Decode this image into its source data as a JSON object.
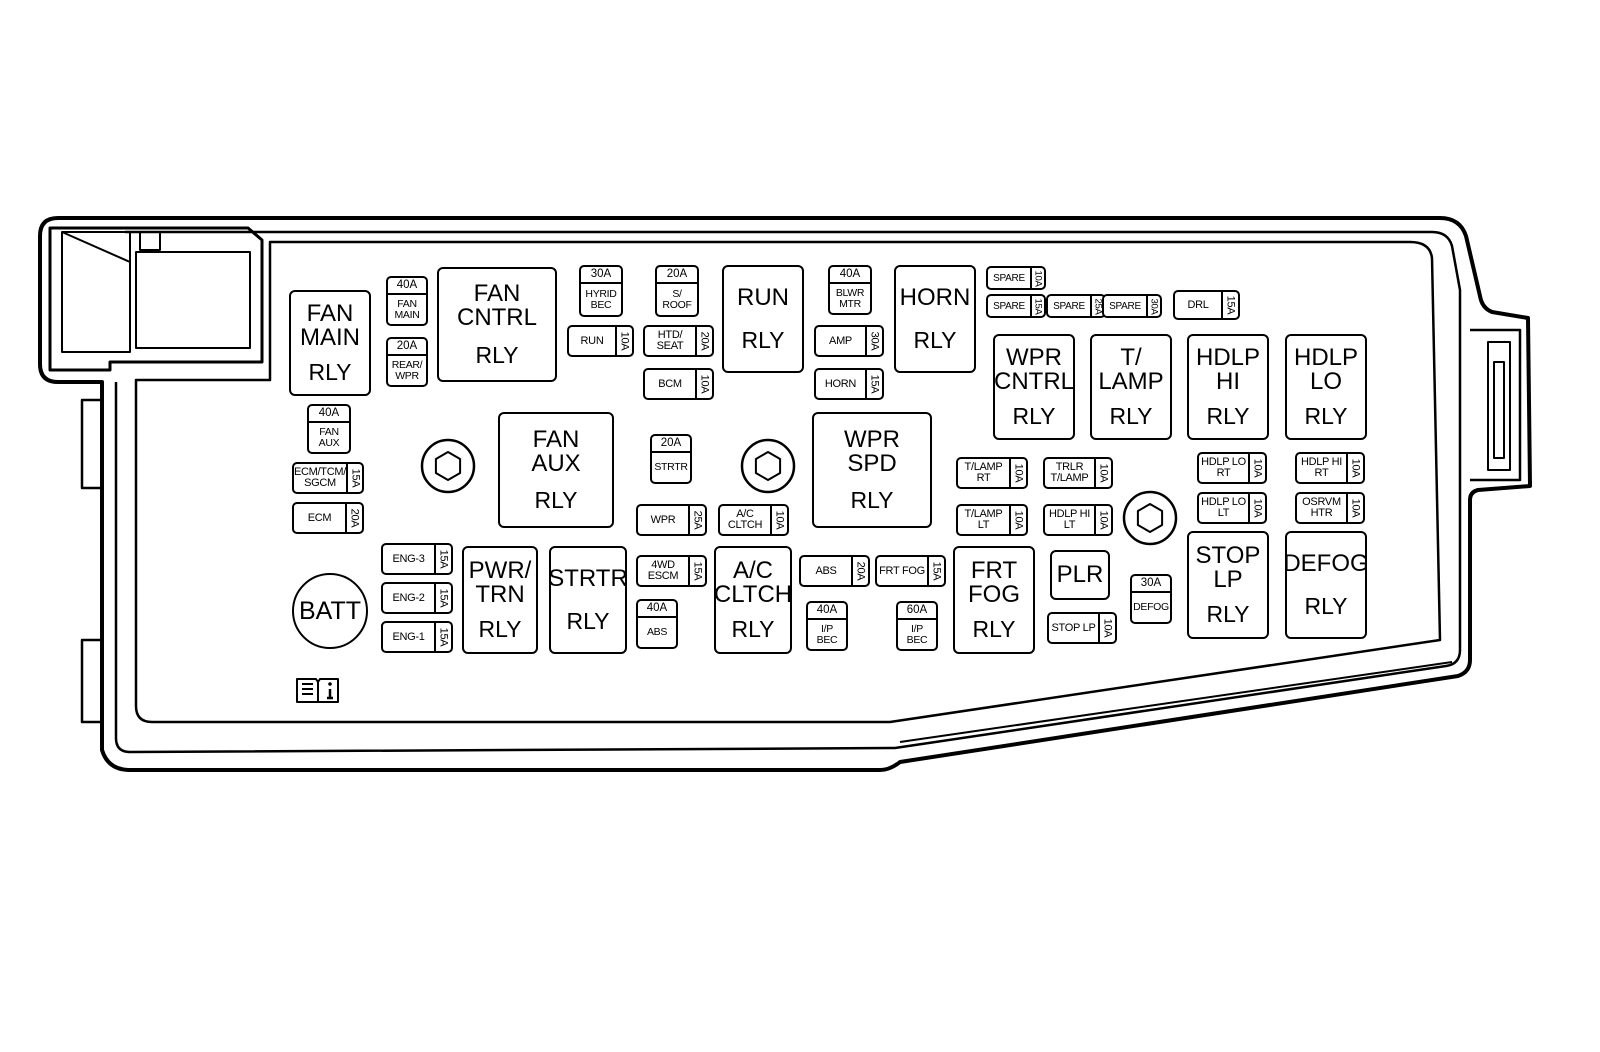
{
  "relays": [
    {
      "id": "fan-main",
      "title": "FAN\nMAIN",
      "suffix": "RLY"
    },
    {
      "id": "fan-cntrl",
      "title": "FAN\nCNTRL",
      "suffix": "RLY"
    },
    {
      "id": "run",
      "title": "RUN",
      "suffix": "RLY"
    },
    {
      "id": "horn",
      "title": "HORN",
      "suffix": "RLY"
    },
    {
      "id": "fan-aux",
      "title": "FAN\nAUX",
      "suffix": "RLY"
    },
    {
      "id": "wpr-spd",
      "title": "WPR\nSPD",
      "suffix": "RLY"
    },
    {
      "id": "wpr-cntrl",
      "title": "WPR\nCNTRL",
      "suffix": "RLY"
    },
    {
      "id": "t-lamp",
      "title": "T/\nLAMP",
      "suffix": "RLY"
    },
    {
      "id": "hdlp-hi",
      "title": "HDLP\nHI",
      "suffix": "RLY"
    },
    {
      "id": "hdlp-lo",
      "title": "HDLP\nLO",
      "suffix": "RLY"
    },
    {
      "id": "pwr-trn",
      "title": "PWR/\nTRN",
      "suffix": "RLY"
    },
    {
      "id": "strtr",
      "title": "STRTR",
      "suffix": "RLY"
    },
    {
      "id": "ac-cltch",
      "title": "A/C\nCLTCH",
      "suffix": "RLY"
    },
    {
      "id": "frt-fog",
      "title": "FRT\nFOG",
      "suffix": "RLY"
    },
    {
      "id": "stop-lp",
      "title": "STOP\nLP",
      "suffix": "RLY"
    },
    {
      "id": "defog",
      "title": "DEFOG",
      "suffix": "RLY"
    },
    {
      "id": "plr",
      "title": "PLR",
      "suffix": ""
    }
  ],
  "fuses_v": [
    {
      "id": "fan-main",
      "amp": "40A",
      "name": "FAN\nMAIN"
    },
    {
      "id": "rear-wpr",
      "amp": "20A",
      "name": "REAR/\nWPR"
    },
    {
      "id": "fan-aux",
      "amp": "40A",
      "name": "FAN\nAUX"
    },
    {
      "id": "hyrid-bec",
      "amp": "30A",
      "name": "HYRID\nBEC"
    },
    {
      "id": "s-roof",
      "amp": "20A",
      "name": "S/\nROOF"
    },
    {
      "id": "blwr-mtr",
      "amp": "40A",
      "name": "BLWR\nMTR"
    },
    {
      "id": "strtr",
      "amp": "20A",
      "name": "STRTR"
    },
    {
      "id": "abs",
      "amp": "40A",
      "name": "ABS"
    },
    {
      "id": "ip-bec-40",
      "amp": "40A",
      "name": "I/P\nBEC"
    },
    {
      "id": "ip-bec-60",
      "amp": "60A",
      "name": "I/P\nBEC"
    },
    {
      "id": "defog",
      "amp": "30A",
      "name": "DEFOG"
    }
  ],
  "fuses_h": [
    {
      "id": "run",
      "name": "RUN",
      "amp": "10A"
    },
    {
      "id": "htd-seat",
      "name": "HTD/\nSEAT",
      "amp": "20A"
    },
    {
      "id": "bcm",
      "name": "BCM",
      "amp": "10A"
    },
    {
      "id": "amp",
      "name": "AMP",
      "amp": "30A"
    },
    {
      "id": "horn",
      "name": "HORN",
      "amp": "15A"
    },
    {
      "id": "spare-1",
      "name": "SPARE",
      "amp": "10A"
    },
    {
      "id": "spare-2",
      "name": "SPARE",
      "amp": "15A"
    },
    {
      "id": "spare-3",
      "name": "SPARE",
      "amp": "25A"
    },
    {
      "id": "spare-4",
      "name": "SPARE",
      "amp": "30A"
    },
    {
      "id": "drl",
      "name": "DRL",
      "amp": "15A"
    },
    {
      "id": "ecm-tcm-sgcm",
      "name": "ECM/TCM/\nSGCM",
      "amp": "15A"
    },
    {
      "id": "ecm",
      "name": "ECM",
      "amp": "20A"
    },
    {
      "id": "wpr",
      "name": "WPR",
      "amp": "25A"
    },
    {
      "id": "ac-cltch",
      "name": "A/C\nCLTCH",
      "amp": "10A"
    },
    {
      "id": "t-lamp-rt",
      "name": "T/LAMP\nRT",
      "amp": "10A"
    },
    {
      "id": "t-lamp-lt",
      "name": "T/LAMP\nLT",
      "amp": "10A"
    },
    {
      "id": "trlr-t-lamp",
      "name": "TRLR\nT/LAMP",
      "amp": "10A"
    },
    {
      "id": "hdlp-hi-lt",
      "name": "HDLP HI\nLT",
      "amp": "10A"
    },
    {
      "id": "hdlp-lo-rt",
      "name": "HDLP LO\nRT",
      "amp": "10A"
    },
    {
      "id": "hdlp-lo-lt",
      "name": "HDLP LO\nLT",
      "amp": "10A"
    },
    {
      "id": "hdlp-hi-rt",
      "name": "HDLP HI\nRT",
      "amp": "10A"
    },
    {
      "id": "osrvm-htr",
      "name": "OSRVM\nHTR",
      "amp": "10A"
    },
    {
      "id": "eng-3",
      "name": "ENG-3",
      "amp": "15A"
    },
    {
      "id": "eng-2",
      "name": "ENG-2",
      "amp": "15A"
    },
    {
      "id": "eng-1",
      "name": "ENG-1",
      "amp": "15A"
    },
    {
      "id": "4wd-escm",
      "name": "4WD\nESCM",
      "amp": "15A"
    },
    {
      "id": "abs",
      "name": "ABS",
      "amp": "20A"
    },
    {
      "id": "frt-fog",
      "name": "FRT FOG",
      "amp": "15A"
    },
    {
      "id": "stop-lp",
      "name": "STOP LP",
      "amp": "10A"
    }
  ],
  "battery": {
    "label": "BATT"
  },
  "icons": {
    "manual": "owner-manual-icon",
    "bolt": "hex-bolt-icon"
  }
}
